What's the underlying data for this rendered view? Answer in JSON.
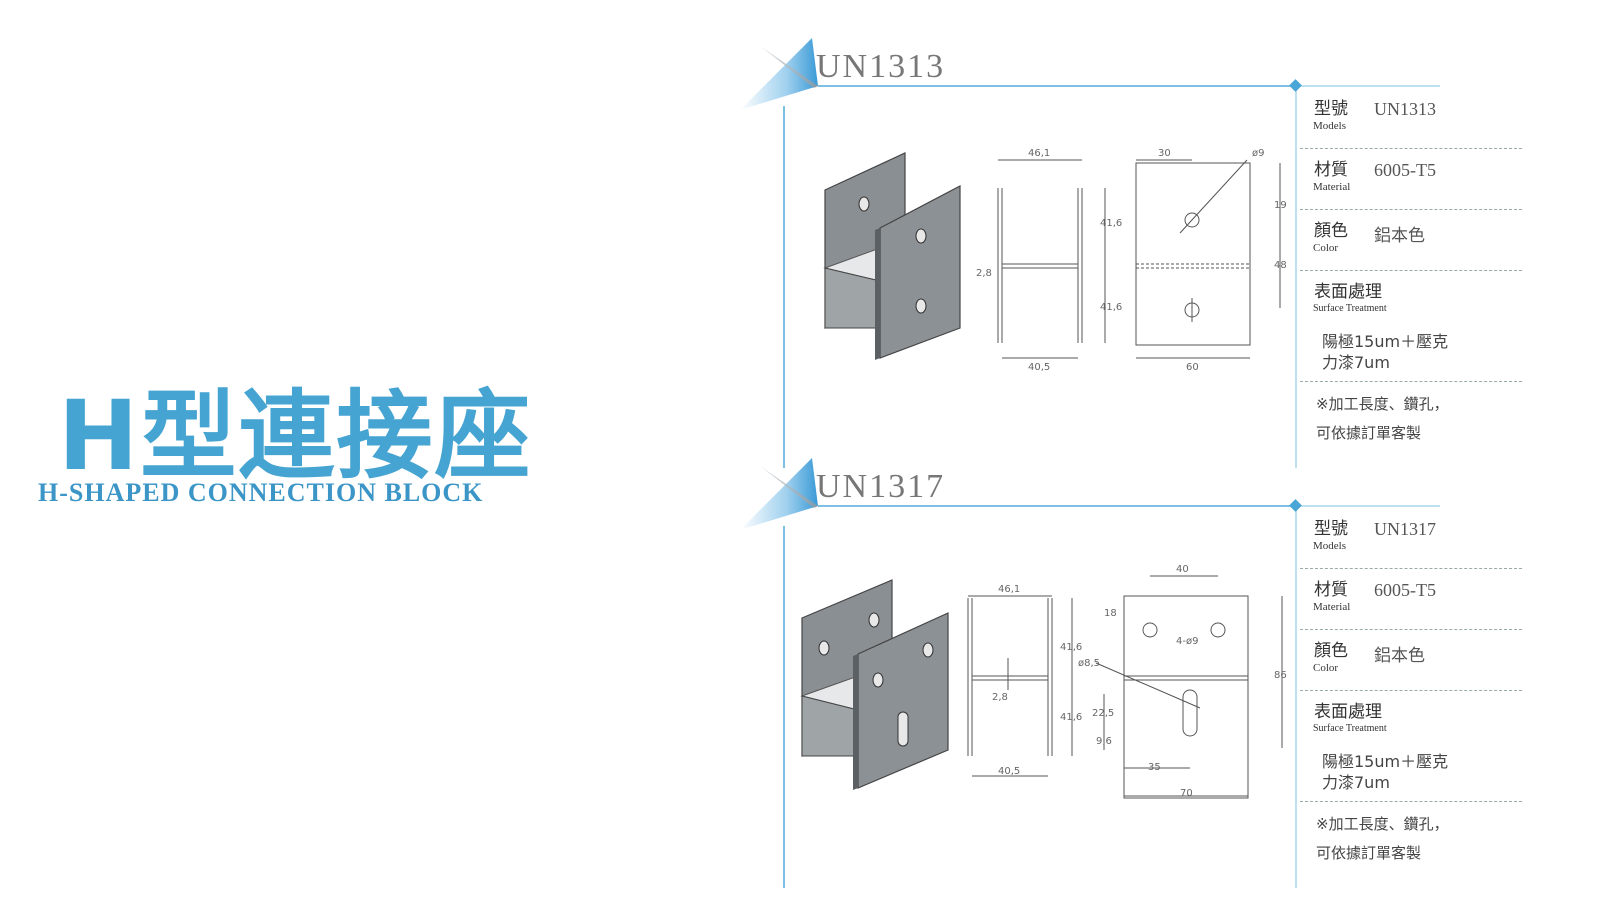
{
  "title": {
    "zh": "H型連接座",
    "en": "H-SHAPED CONNECTION BLOCK"
  },
  "colors": {
    "brand_blue": "#45a4d1",
    "line_blue": "#7cc1e4"
  },
  "labels": {
    "model_zh": "型號",
    "model_en": "Models",
    "material_zh": "材質",
    "material_en": "Material",
    "color_zh": "顏色",
    "color_en": "Color",
    "surface_zh": "表面處理",
    "surface_en": "Surface Treatment"
  },
  "products": [
    {
      "model": "UN1313",
      "material": "6005-T5",
      "color": "鋁本色",
      "treatment_line1": "陽極15um＋壓克",
      "treatment_line2": "力漆7um",
      "note_line1": "※加工長度、鑽孔，",
      "note_line2": "可依據訂單客製",
      "dims": {
        "front_top": "46,1",
        "front_bottom": "40,5",
        "front_upper": "41,6",
        "front_lower": "41,6",
        "front_web": "2,8",
        "side_top": "30",
        "side_hole": "ø9",
        "side_upper": "19",
        "side_height": "48",
        "side_bottom": "60"
      }
    },
    {
      "model": "UN1317",
      "material": "6005-T5",
      "color": "鋁本色",
      "treatment_line1": "陽極15um＋壓克",
      "treatment_line2": "力漆7um",
      "note_line1": "※加工長度、鑽孔，",
      "note_line2": "可依據訂單客製",
      "dims": {
        "front_top": "46,1",
        "front_bottom": "40,5",
        "front_upper": "41,6",
        "front_lower": "41,6",
        "front_web": "2,8",
        "side_top": "40",
        "side_holes": "4-ø9",
        "side_upper": "18",
        "side_slot": "ø8,5",
        "side_slot_len": "22,5",
        "side_slot_off": "9,6",
        "side_height": "86",
        "side_inner": "35",
        "side_bottom": "70"
      }
    }
  ]
}
